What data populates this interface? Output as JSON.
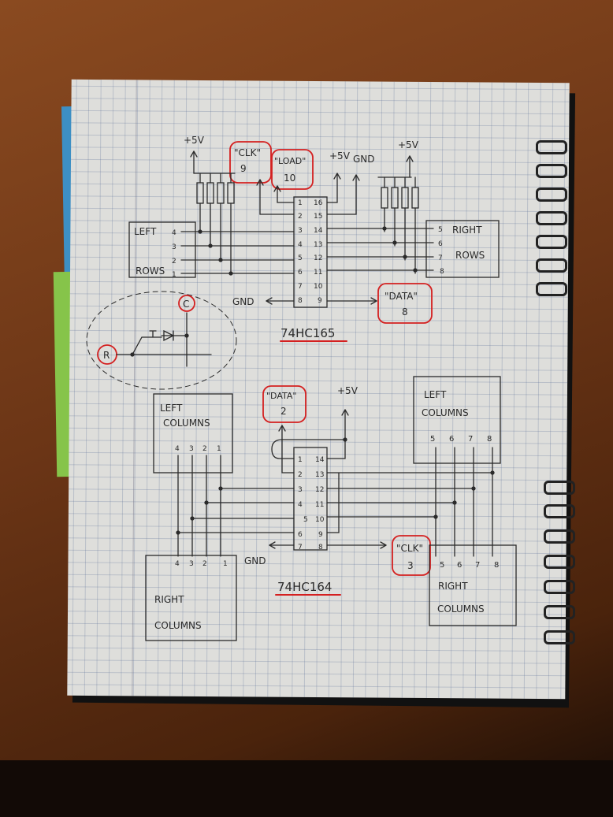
{
  "top_chip": {
    "name": "74HC165",
    "left_pins": [
      "1",
      "2",
      "3",
      "4",
      "5",
      "6",
      "7",
      "8"
    ],
    "right_pins": [
      "16",
      "15",
      "14",
      "13",
      "12",
      "11",
      "10",
      "9"
    ],
    "gnd_label": "GND",
    "supply_label": "+5V",
    "supply_gnd_label": "GND",
    "clk_tag": {
      "text": "\"CLK\"",
      "num": "9"
    },
    "load_tag": {
      "text": "\"LOAD\"",
      "num": "10"
    },
    "data_tag": {
      "text": "\"DATA\"",
      "num": "8"
    },
    "left_rows": {
      "title1": "LEFT",
      "title2": "ROWS",
      "pins": [
        "4",
        "3",
        "2",
        "1"
      ]
    },
    "right_rows": {
      "title1": "RIGHT",
      "title2": "ROWS",
      "pins": [
        "5",
        "6",
        "7",
        "8"
      ]
    },
    "supply_left": "+5V",
    "supply_right": "+5V"
  },
  "switch_detail": {
    "col_label": "C",
    "row_label": "R"
  },
  "bottom_chip": {
    "name": "74HC164",
    "left_pins": [
      "1",
      "2",
      "3",
      "4",
      "5",
      "6",
      "7"
    ],
    "right_pins": [
      "14",
      "13",
      "12",
      "11",
      "10",
      "9",
      "8"
    ],
    "gnd_label": "GND",
    "supply_label": "+5V",
    "data_tag": {
      "text": "\"DATA\"",
      "num": "2"
    },
    "clk_tag": {
      "text": "\"CLK\"",
      "num": "3"
    },
    "left_cols_top": {
      "title1": "LEFT",
      "title2": "COLUMNS",
      "pins": [
        "4",
        "3",
        "2",
        "1"
      ]
    },
    "left_cols_right": {
      "title1": "LEFT",
      "title2": "COLUMNS",
      "pins": [
        "5",
        "6",
        "7",
        "8"
      ]
    },
    "right_cols_left": {
      "title1": "RIGHT",
      "title2": "COLUMNS",
      "pins": [
        "4",
        "3",
        "2",
        "1"
      ]
    },
    "right_cols_right": {
      "title1": "RIGHT",
      "title2": "COLUMNS",
      "pins": [
        "5",
        "6",
        "7",
        "8"
      ]
    }
  },
  "colors": {
    "ink": "#2a2a2a",
    "highlight": "#d42020",
    "paper": "#dededb"
  }
}
